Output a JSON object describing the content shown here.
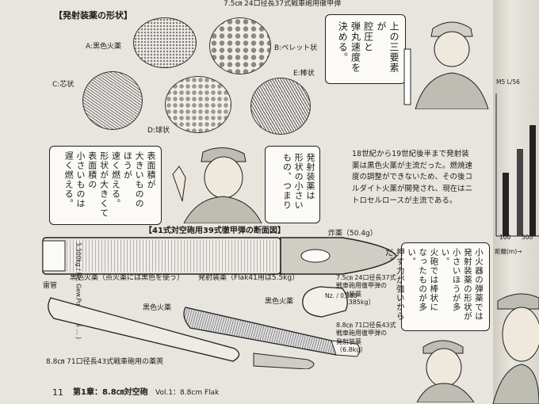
{
  "top_caption": "7.5㎝ 24口径長37式戦車砲用徹甲弾",
  "section_title": "【発射装薬の形状】",
  "propellants": {
    "a": "A:黒色火薬",
    "b": "B:ペレット状",
    "c": "C:芯状",
    "d": "D:球状",
    "e": "E:棒状"
  },
  "bubble_top_right": [
    "上の三要素が",
    "腔圧と",
    "弾丸速度を",
    "決める。"
  ],
  "bubble_left": [
    "表面積が",
    "大きいものの",
    "ほうが",
    "速く燃える。",
    "形状が大きくて",
    "表面積の",
    "小さいものは",
    "遅く燃える。"
  ],
  "bubble_mid": [
    "発射装薬は",
    "形状の小さい",
    "もの、つまり"
  ],
  "paragraph": [
    "18世紀から19世紀後半まで発射装",
    "薬は黒色火薬が主流だった。燃焼速",
    "度の調整ができないため、その後コ",
    "ルダイト火薬が開発され、現在はニ",
    "トロセルロースが主流である。"
  ],
  "side_labels": {
    "tank": "M5 L/56",
    "range": "距離(m)→",
    "ticks": [
      "100",
      "500"
    ]
  },
  "diagram_title": "【41式対空砲用39式徹甲弾の断面図】",
  "labels": {
    "explosive": "炸薬（50.4g）",
    "primer": "雷管",
    "black_powder_note": "黒色火薬（点火薬には黒色を使う）",
    "charge_note": "発射装薬（Flak41用は5.5kg）",
    "black_powder_1": "黒色火薬",
    "black_powder_2": "黒色火薬",
    "shell_37": [
      "7.5㎝ 24口径長37式",
      "戦車砲用徹甲弾の",
      "発射装薬",
      "（0.385kg）"
    ],
    "shell_88_charge": [
      "8.8㎝ 71口径長43式",
      "戦車砲用徹甲弾の",
      "発射装薬",
      "（6.8kg）"
    ],
    "case_88": "8.8㎝ 71口径長43式戦車砲用の薬莢",
    "cartridge_text": "5.500kg / Nz. Gew.Pulr / (5.5 … )",
    "bag_text": "Nz. / 0,385"
  },
  "bubble_bottom_right": [
    "小火器の弾薬では",
    "発射装薬の形状が",
    "小さいほうが多い。",
    "火砲では棒状に",
    "なったものが多い。",
    "押す力が強いからだ。"
  ],
  "footer": {
    "page": "11",
    "chapter": "第1章：8.8㎝対空砲",
    "vol": "Vol.1：8.8cm Flak"
  }
}
